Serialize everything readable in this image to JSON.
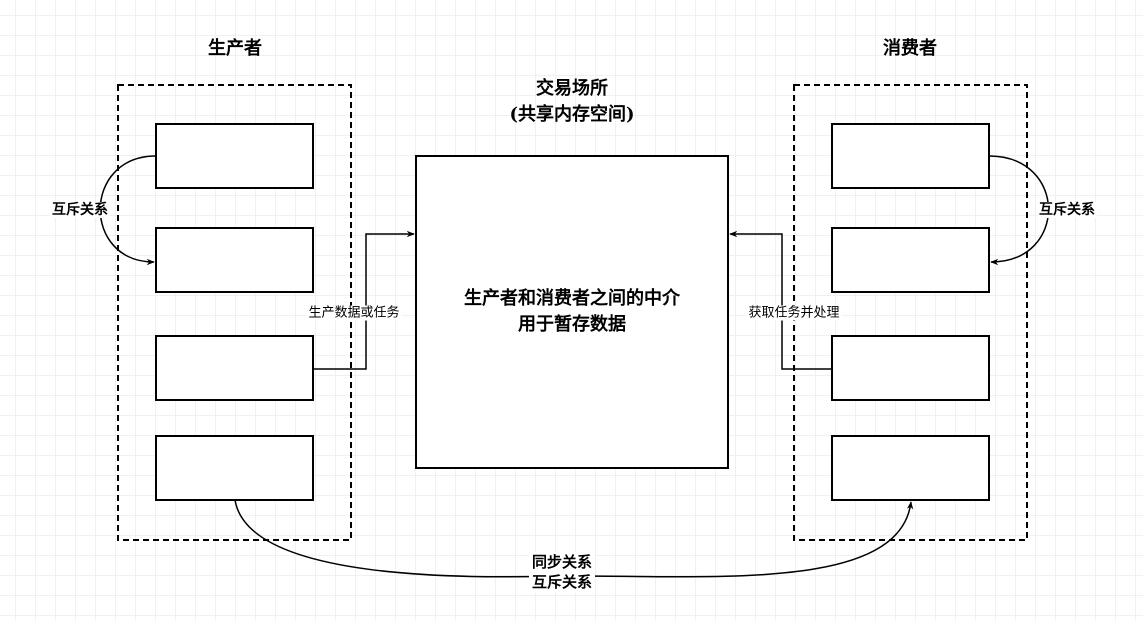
{
  "producer": {
    "title": "生产者"
  },
  "consumer": {
    "title": "消费者"
  },
  "market": {
    "title_line1": "交易场所",
    "title_line2": "(共享内存空间)",
    "body_line1": "生产者和消费者之间的中介",
    "body_line2": "用于暂存数据"
  },
  "edges": {
    "producer_mutex": "互斥关系",
    "consumer_mutex": "互斥关系",
    "produce": "生产数据或任务",
    "consume": "获取任务并处理",
    "sync_line1": "同步关系",
    "sync_line2": "互斥关系"
  },
  "colors": {
    "stroke": "#000000",
    "fill": "#ffffff"
  }
}
